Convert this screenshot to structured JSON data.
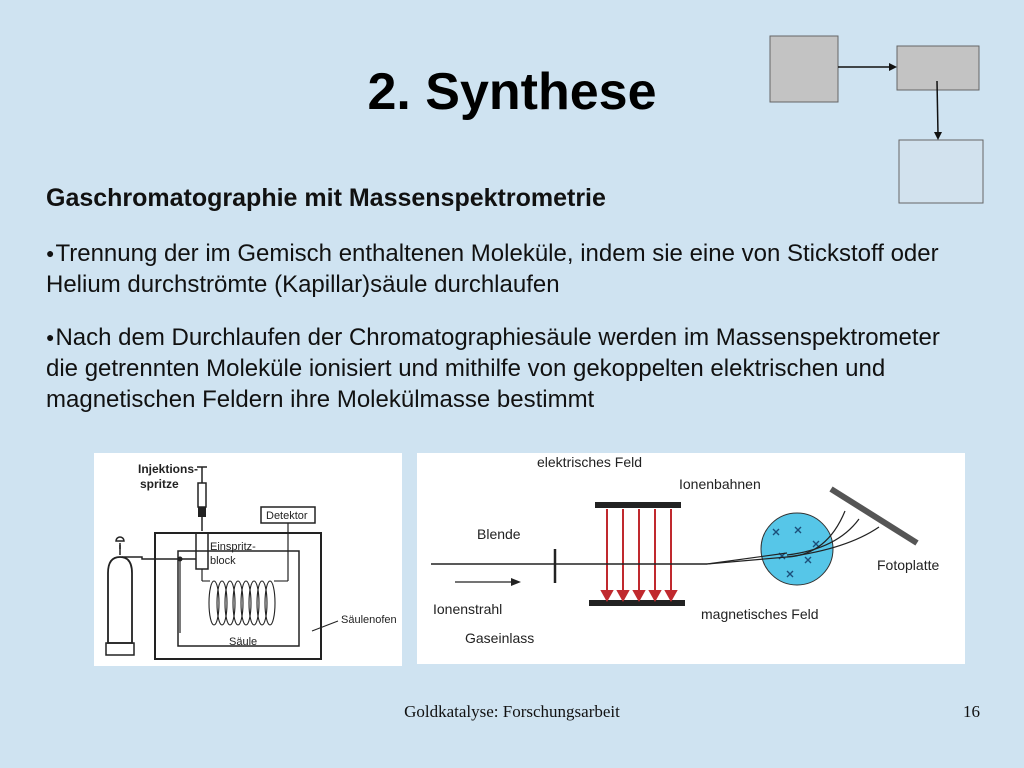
{
  "slide": {
    "title": "2. Synthese",
    "subtitle": "Gaschromatographie mit Massenspektrometrie",
    "bullets": [
      "Trennung der im Gemisch enthaltenen Moleküle, indem sie eine von Stickstoff oder Helium durchströmte (Kapillar)säule durchlaufen",
      "Nach dem Durchlaufen der Chromatographiesäule werden im Massenspektrometer die getrennten Moleküle ionisiert und mithilfe von gekoppelten elektrischen und magnetischen Feldern ihre Molekülmasse bestimmt"
    ],
    "bullet_glyph": "●"
  },
  "gc_diagram": {
    "labels": {
      "injection_line1": "Injektions-",
      "injection_line2": "spritze",
      "detector": "Detektor",
      "block_line1": "Einspritz-",
      "block_line2": "block",
      "column": "Säule",
      "oven": "Säulenofen"
    }
  },
  "ms_diagram": {
    "labels": {
      "electric_field": "elektrisches Feld",
      "ion_paths": "Ionenbahnen",
      "aperture": "Blende",
      "photo_plate": "Fotoplatte",
      "ion_beam": "Ionenstrahl",
      "magnetic_field": "magnetisches Feld",
      "gas_inlet": "Gaseinlass"
    }
  },
  "footer": {
    "text": "Goldkatalyse: Forschungsarbeit",
    "page": "16"
  },
  "colors": {
    "background": "#cfe3f1",
    "field_arrows": "#c0292e",
    "magnetic_sphere": "#56c6e8"
  }
}
